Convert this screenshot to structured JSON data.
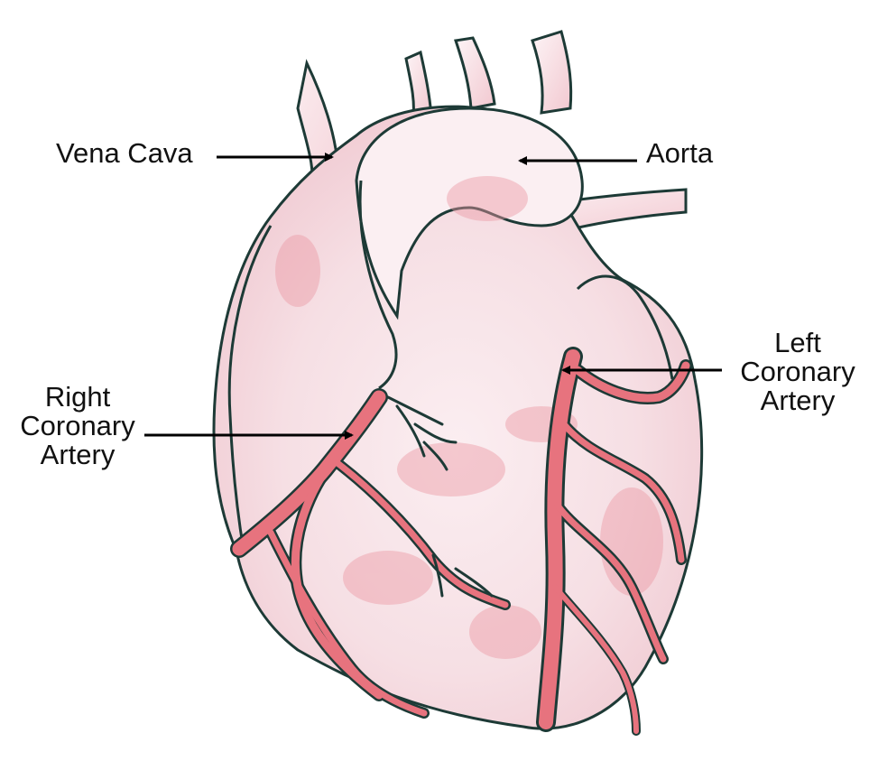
{
  "labels": {
    "vena_cava": "Vena Cava",
    "aorta": "Aorta",
    "right_coronary_artery": [
      "Right",
      "Coronary",
      "Artery"
    ],
    "left_coronary_artery": [
      "Left",
      "Coronary",
      "Artery"
    ]
  },
  "colors": {
    "background": "#ffffff",
    "heart_fill": "#f6e4e8",
    "vessel": "#e7737e",
    "outline": "#1d3a36",
    "text": "#111111",
    "arrow": "#000000"
  }
}
